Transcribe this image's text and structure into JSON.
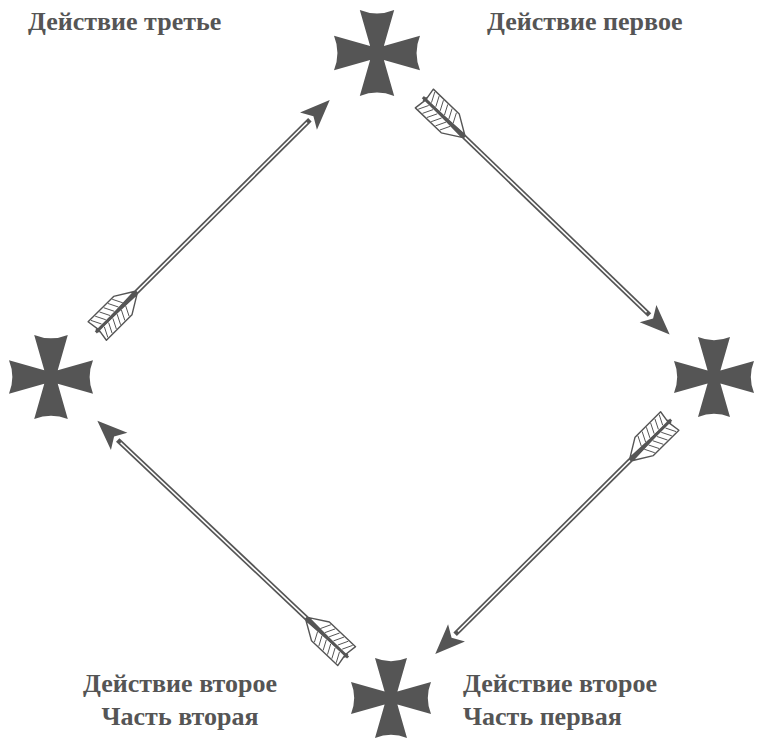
{
  "diagram": {
    "nodes": [
      {
        "text": []
      },
      {
        "text": []
      },
      {
        "text": []
      },
      {
        "text": []
      }
    ],
    "edges": [
      {
        "from": 0,
        "to": 1,
        "arrow": "to",
        "label": "Действие первое"
      },
      {
        "from": 1,
        "to": 2,
        "arrow": "to",
        "label": "Действие второе Часть первая"
      },
      {
        "from": 2,
        "to": 3,
        "arrow": "to",
        "label": "Действие второе Часть вторая"
      },
      {
        "from": 3,
        "to": 0,
        "arrow": "to",
        "label": "Действие третье"
      }
    ]
  }
}
